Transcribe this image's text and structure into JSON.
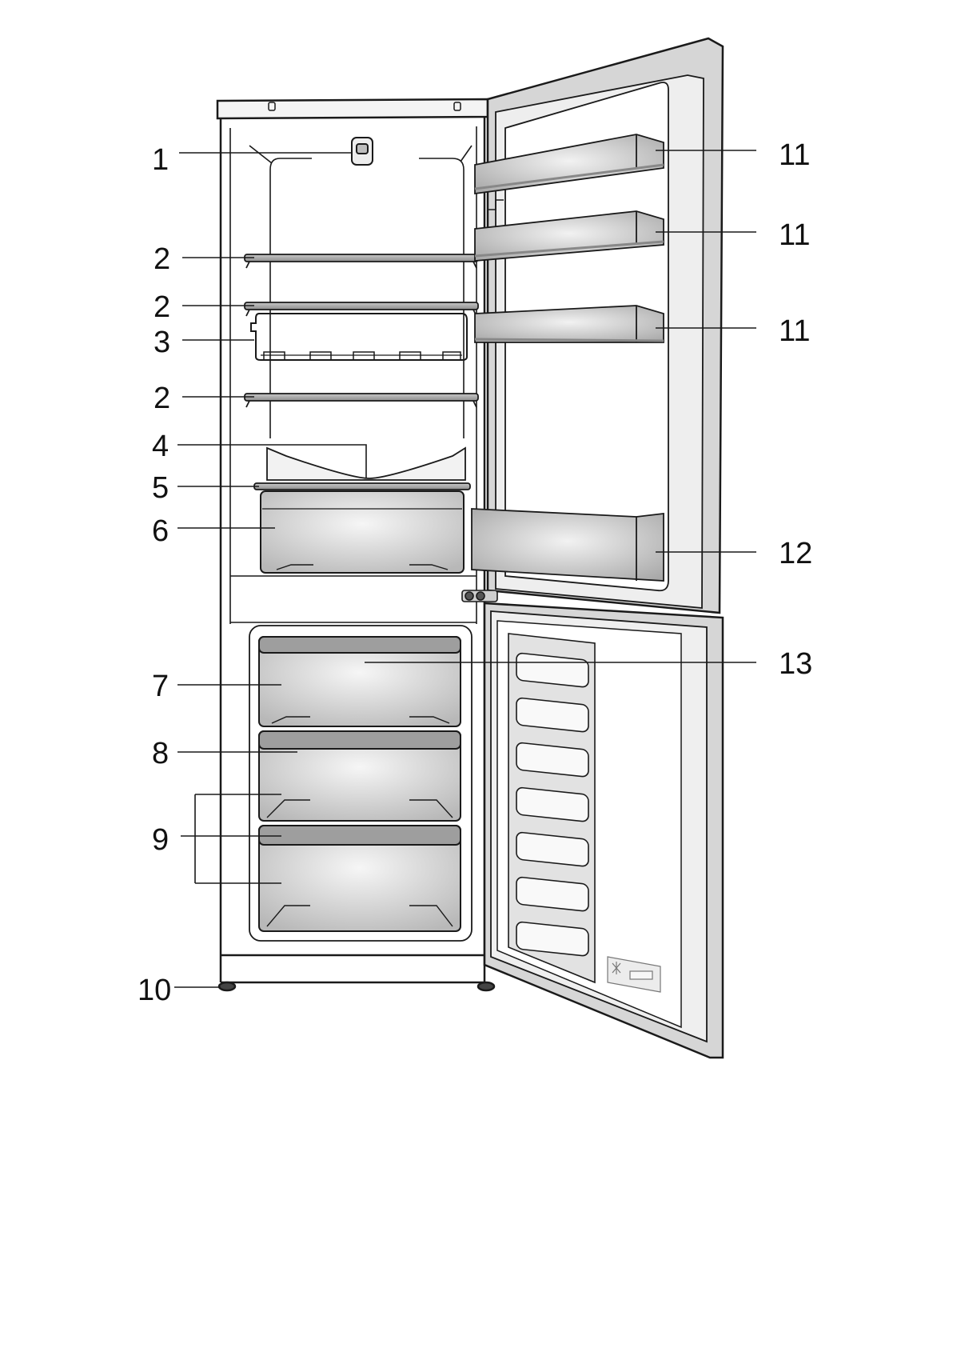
{
  "callouts": [
    {
      "id": "c1",
      "label": "1"
    },
    {
      "id": "c2a",
      "label": "2"
    },
    {
      "id": "c2b",
      "label": "2"
    },
    {
      "id": "c3",
      "label": "3"
    },
    {
      "id": "c2c",
      "label": "2"
    },
    {
      "id": "c4",
      "label": "4"
    },
    {
      "id": "c5",
      "label": "5"
    },
    {
      "id": "c6",
      "label": "6"
    },
    {
      "id": "c7",
      "label": "7"
    },
    {
      "id": "c8",
      "label": "8"
    },
    {
      "id": "c9",
      "label": "9"
    },
    {
      "id": "c10",
      "label": "10"
    },
    {
      "id": "c11a",
      "label": "11"
    },
    {
      "id": "c11b",
      "label": "11"
    },
    {
      "id": "c11c",
      "label": "11"
    },
    {
      "id": "c12",
      "label": "12"
    },
    {
      "id": "c13",
      "label": "13"
    }
  ],
  "colors": {
    "line": "#1a1a1a",
    "shelf": "#9a9a9a",
    "drawer": "#d0d0d0",
    "door_panel": "#dcdcdc",
    "background": "#ffffff"
  }
}
